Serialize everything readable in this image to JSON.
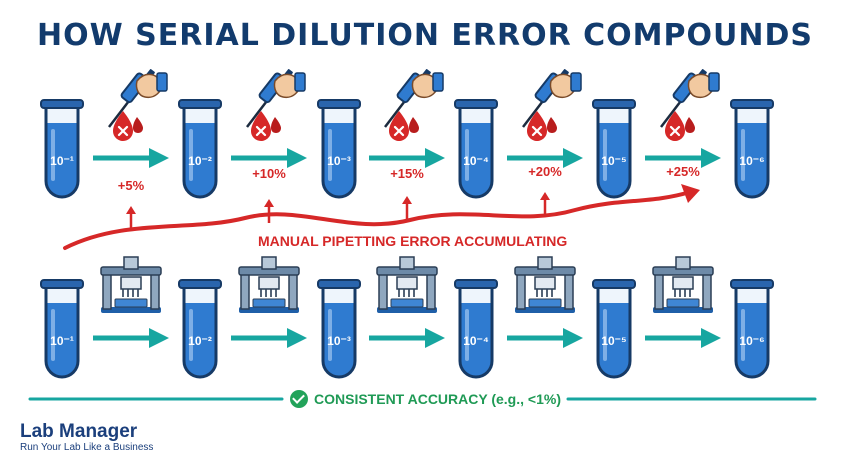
{
  "title": "HOW SERIAL DILUTION ERROR COMPOUNDS",
  "manual_row": {
    "tubes": [
      "10⁻¹",
      "10⁻²",
      "10⁻³",
      "10⁻⁴",
      "10⁻⁵",
      "10⁻⁶"
    ],
    "errors": [
      "+5%",
      "+10%",
      "+15%",
      "+20%",
      "+25%"
    ],
    "error_label": "MANUAL PIPETTING ERROR ACCUMULATING"
  },
  "automated_row": {
    "tubes": [
      "10⁻¹",
      "10⁻²",
      "10⁻³",
      "10⁻⁴",
      "10⁻⁵",
      "10⁻⁶"
    ],
    "accuracy_label": "CONSISTENT ACCURACY (e.g., <1%)"
  },
  "brand": {
    "name": "Lab Manager",
    "tagline": "Run Your Lab Like a Business"
  },
  "colors": {
    "title": "#123b6d",
    "liquid": "#2f7bd0",
    "arrow": "#17a6a0",
    "error": "#d62828",
    "accuracy": "#1f9a55"
  },
  "icons": {
    "manual": "pipette-hand-icon",
    "error": "blood-drop-x-icon",
    "automated": "liquid-handler-robot-icon"
  }
}
